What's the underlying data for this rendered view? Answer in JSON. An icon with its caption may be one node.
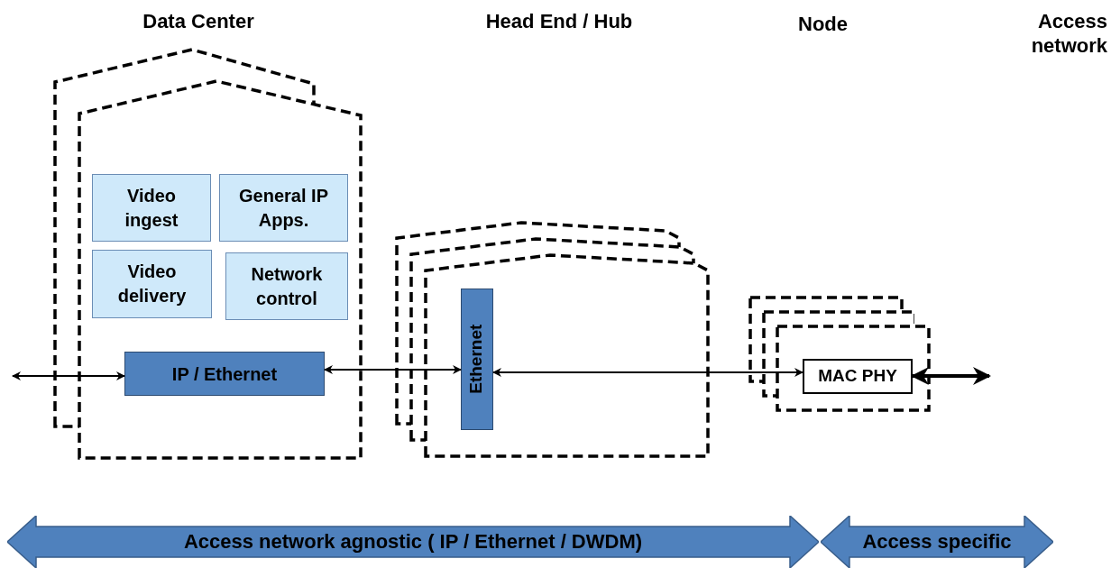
{
  "diagram": {
    "nodes": [
      {
        "text": [],
        "shape": "house"
      },
      {
        "text": [
          "Video ingest"
        ],
        "in": 0
      },
      {
        "text": [
          "General IP Apps."
        ],
        "in": 0
      },
      {
        "text": [
          "Video delivery"
        ],
        "in": 0
      },
      {
        "text": [
          "Network control"
        ],
        "in": 0
      },
      {
        "text": [
          "IP / Ethernet"
        ],
        "in": 0
      },
      {
        "text": [],
        "shape": "house"
      },
      {
        "text": [
          "Ethernet"
        ],
        "in": 6
      },
      {
        "text": [],
        "shape": "box"
      },
      {
        "text": [
          "MAC PHY"
        ],
        "in": 8
      },
      {
        "text": [
          "Access network agnostic ( IP / Ethernet / DWDM)"
        ]
      },
      {
        "text": [
          "Access specific"
        ]
      }
    ],
    "edges": [
      {
        "from": null,
        "to": 5,
        "arrow": "both"
      },
      {
        "from": 5,
        "to": 7,
        "arrow": "both"
      },
      {
        "from": 7,
        "to": 9,
        "arrow": "both"
      },
      {
        "from": 9,
        "to": null,
        "arrow": "both",
        "style": "thick"
      }
    ],
    "labels": [
      "Data Center",
      "Head End / Hub",
      "Node",
      "Access network"
    ]
  }
}
